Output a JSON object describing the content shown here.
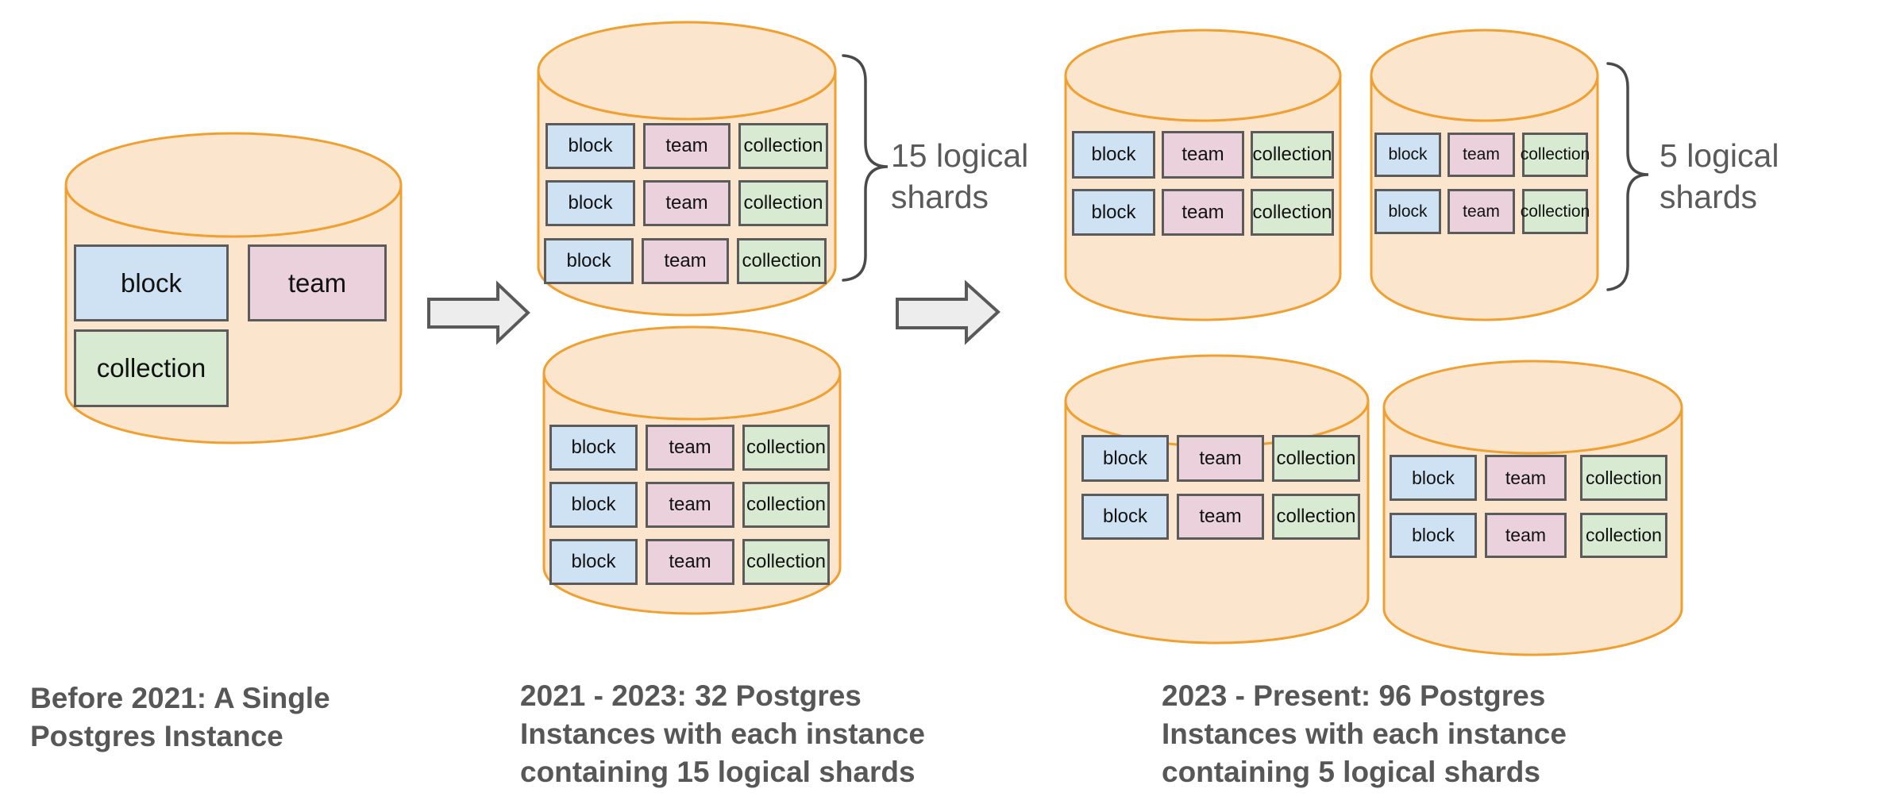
{
  "labels": {
    "block": "block",
    "team": "team",
    "collection": "collection"
  },
  "annotations": {
    "shards_15": {
      "lines": [
        "15 logical",
        "shards"
      ]
    },
    "shards_5": {
      "lines": [
        "5 logical",
        "shards"
      ]
    }
  },
  "captions": {
    "before_2021": {
      "lines": [
        "Before 2021: A Single",
        "Postgres Instance"
      ]
    },
    "from_2021_to_2023": {
      "lines": [
        "2021 - 2023: 32 Postgres",
        "Instances with each instance",
        "containing 15 logical shards"
      ]
    },
    "from_2023_to_present": {
      "lines": [
        "2023 - Present: 96 Postgres",
        "Instances with each instance",
        "containing 5 logical shards"
      ]
    }
  },
  "colors": {
    "cylinder_fill": "#fce5cd",
    "cylinder_stroke": "#f0a030",
    "block_fill": "#cfe2f3",
    "team_fill": "#ead1dc",
    "collection_fill": "#d9ead3",
    "box_border": "#5b5b5b",
    "box_text": "#111111",
    "arrow_fill": "#ededed",
    "arrow_stroke": "#595959",
    "brace_stroke": "#4a4a4a",
    "annotation_text": "#5a5a5a",
    "caption_text": "#575757"
  }
}
